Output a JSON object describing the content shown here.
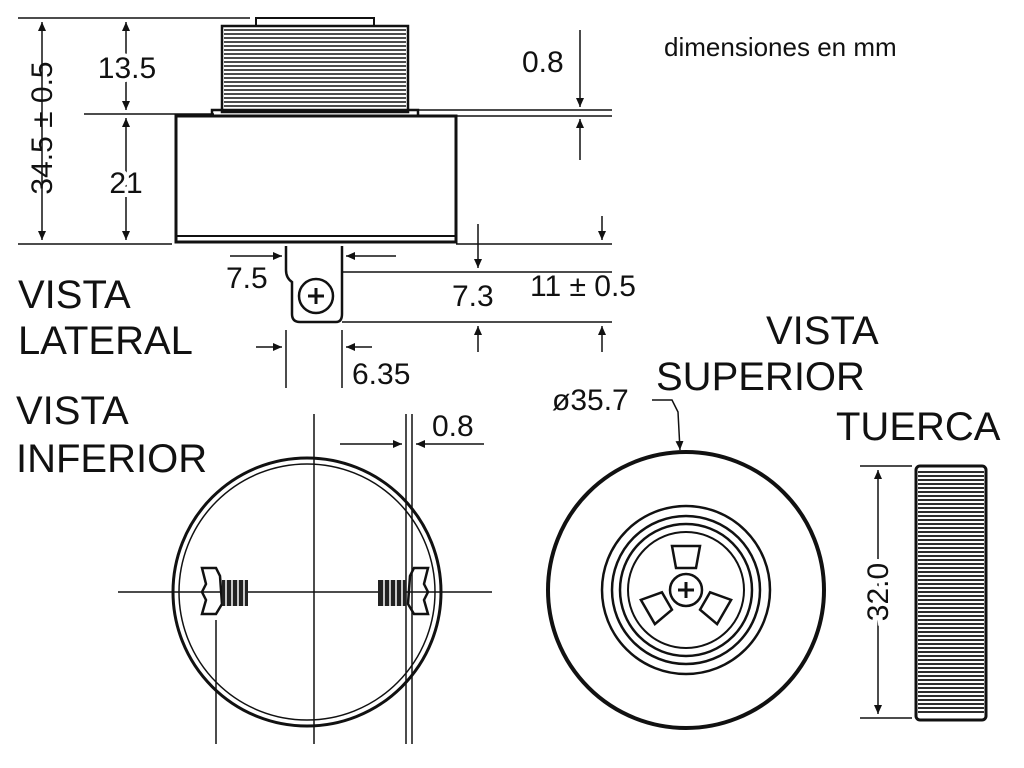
{
  "note": "dimensiones en mm",
  "views": {
    "lateral": [
      "VISTA",
      "LATERAL"
    ],
    "inferior": [
      "VISTA",
      "INFERIOR"
    ],
    "superior": [
      "VISTA",
      "SUPERIOR"
    ],
    "tuerca": "TUERCA"
  },
  "dimensions": {
    "overall_height": "34.5 ± 0.5",
    "thread_height": "13.5",
    "body_height": "21",
    "flange_thickness": "0.8",
    "terminal_width": "7.5",
    "terminal_height": "7.3",
    "terminal_total": "11 ± 0.5",
    "terminal_offset": "6.35",
    "bottom_gap": "0.8",
    "diameter": "ø35.7",
    "nut_height": "32.0"
  },
  "colors": {
    "ink": "#111111",
    "paper": "#ffffff"
  }
}
